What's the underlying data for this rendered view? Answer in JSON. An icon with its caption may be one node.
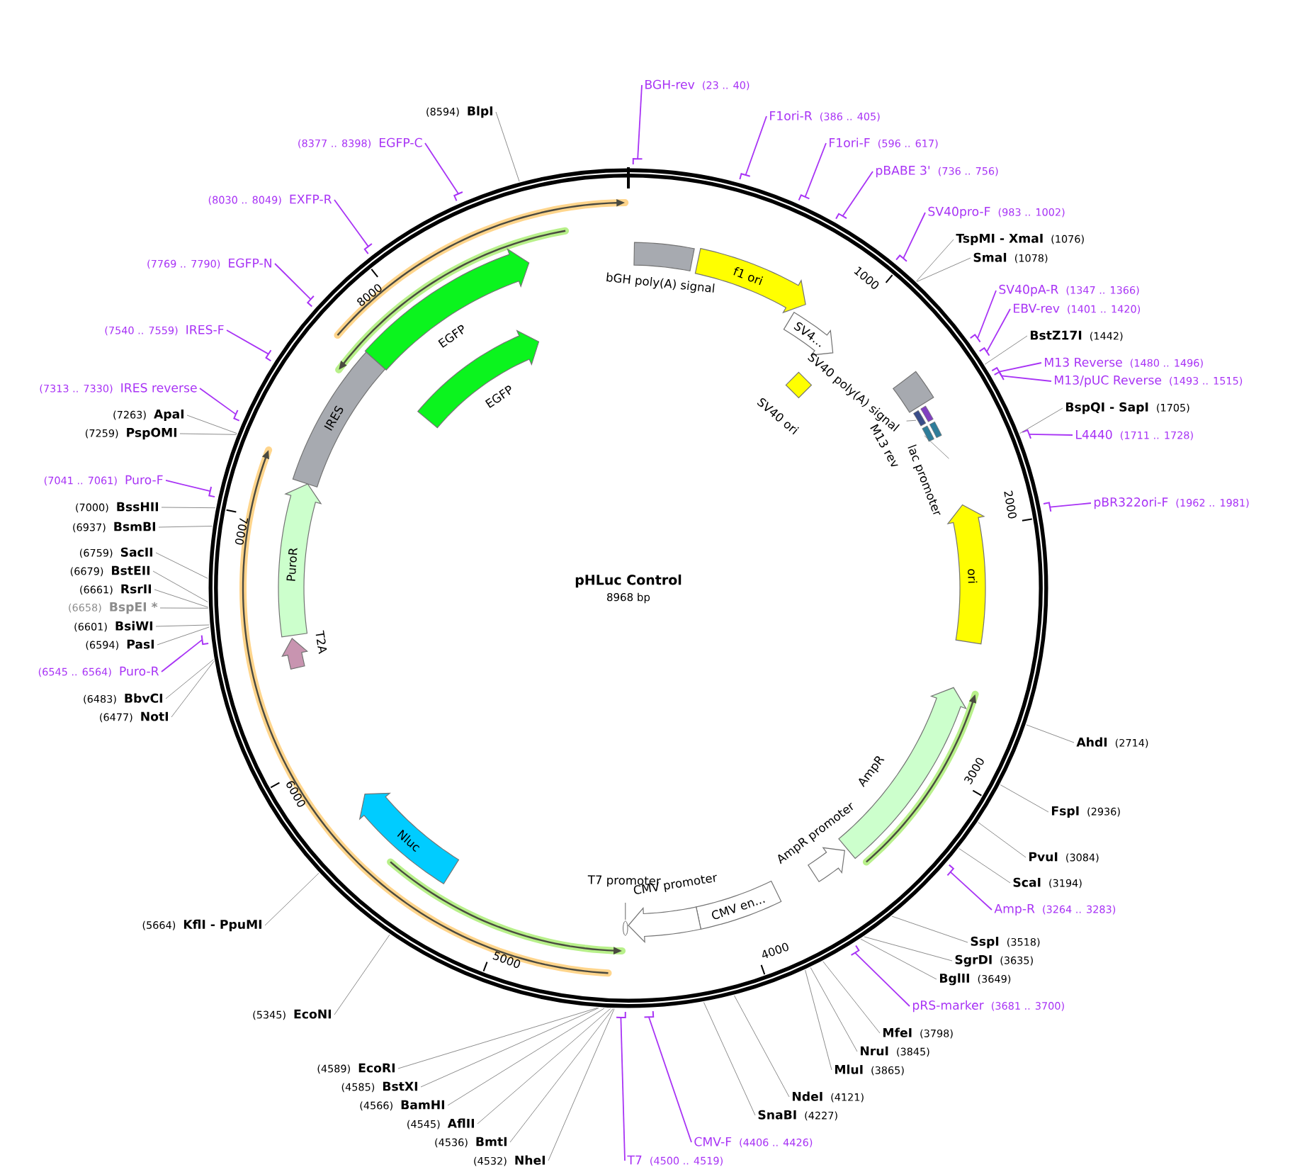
{
  "diagram": {
    "title": "pHLuc Control",
    "nodes": [
      {
        "text": [
          "BGH-rev",
          "(23 .. 40)"
        ]
      },
      {
        "text": [
          "F1ori-R",
          "(386 .. 405)"
        ]
      },
      {
        "text": [
          "F1ori-F",
          "(596 .. 617)"
        ]
      },
      {
        "text": [
          "pBABE 3'",
          "(736 .. 756)"
        ]
      },
      {
        "text": [
          "SV40pro-F",
          "(983 .. 1002)"
        ]
      },
      {
        "text": [
          "TspMI - XmaI",
          "(1076)"
        ]
      },
      {
        "text": [
          "SmaI",
          "(1078)"
        ]
      },
      {
        "text": [
          "SV40pA-R",
          "(1347 .. 1366)"
        ]
      },
      {
        "text": [
          "EBV-rev",
          "(1401 .. 1420)"
        ]
      },
      {
        "text": [
          "BstZ17I",
          "(1442)"
        ]
      },
      {
        "text": [
          "M13 Reverse",
          "(1480 .. 1496)"
        ]
      },
      {
        "text": [
          "M13/pUC Reverse",
          "(1493 .. 1515)"
        ]
      },
      {
        "text": [
          "BspQI - SapI",
          "(1705)"
        ]
      },
      {
        "text": [
          "L4440",
          "(1711 .. 1728)"
        ]
      },
      {
        "text": [
          "pBR322ori-F",
          "(1962 .. 1981)"
        ]
      },
      {
        "text": [
          "AhdI",
          "(2714)"
        ]
      },
      {
        "text": [
          "FspI",
          "(2936)"
        ]
      },
      {
        "text": [
          "PvuI",
          "(3084)"
        ]
      },
      {
        "text": [
          "ScaI",
          "(3194)"
        ]
      },
      {
        "text": [
          "Amp-R",
          "(3264 .. 3283)"
        ]
      },
      {
        "text": [
          "SspI",
          "(3518)"
        ]
      },
      {
        "text": [
          "SgrDI",
          "(3635)"
        ]
      },
      {
        "text": [
          "BglII",
          "(3649)"
        ]
      },
      {
        "text": [
          "pRS-marker",
          "(3681 .. 3700)"
        ]
      },
      {
        "text": [
          "MfeI",
          "(3798)"
        ]
      },
      {
        "text": [
          "NruI",
          "(3845)"
        ]
      },
      {
        "text": [
          "MluI",
          "(3865)"
        ]
      },
      {
        "text": [
          "NdeI",
          "(4121)"
        ]
      },
      {
        "text": [
          "SnaBI",
          "(4227)"
        ]
      },
      {
        "text": [
          "CMV-F",
          "(4406 .. 4426)"
        ]
      },
      {
        "text": [
          "T7",
          "(4500 .. 4519)"
        ]
      },
      {
        "text": [
          "(4532)",
          "NheI"
        ]
      },
      {
        "text": [
          "(4536)",
          "BmtI"
        ]
      },
      {
        "text": [
          "(4545)",
          "AflII"
        ]
      },
      {
        "text": [
          "(4566)",
          "BamHI"
        ]
      },
      {
        "text": [
          "(4585)",
          "BstXI"
        ]
      },
      {
        "text": [
          "(4589)",
          "EcoRI"
        ]
      },
      {
        "text": [
          "(5345)",
          "EcoNI"
        ]
      },
      {
        "text": [
          "(5664)",
          "KflI - PpuMI"
        ]
      },
      {
        "text": [
          "(6477)",
          "NotI"
        ]
      },
      {
        "text": [
          "(6483)",
          "BbvCI"
        ]
      },
      {
        "text": [
          "(6545 .. 6564)",
          "Puro-R"
        ]
      },
      {
        "text": [
          "(6594)",
          "PasI"
        ]
      },
      {
        "text": [
          "(6601)",
          "BsiWI"
        ]
      },
      {
        "text": [
          "(6658)",
          "BspEI *"
        ]
      },
      {
        "text": [
          "(6661)",
          "RsrII"
        ]
      },
      {
        "text": [
          "(6679)",
          "BstEII"
        ]
      },
      {
        "text": [
          "(6759)",
          "SacII"
        ]
      },
      {
        "text": [
          "(6937)",
          "BsmBI"
        ]
      },
      {
        "text": [
          "(7000)",
          "BssHII"
        ]
      },
      {
        "text": [
          "(7041 .. 7061)",
          "Puro-F"
        ]
      },
      {
        "text": [
          "(7259)",
          "PspOMI"
        ]
      },
      {
        "text": [
          "(7263)",
          "ApaI"
        ]
      },
      {
        "text": [
          "(7313 .. 7330)",
          "IRES reverse"
        ]
      },
      {
        "text": [
          "(7540 .. 7559)",
          "IRES-F"
        ]
      },
      {
        "text": [
          "(7769 .. 7790)",
          "EGFP-N"
        ]
      },
      {
        "text": [
          "(8030 .. 8049)",
          "EXFP-R"
        ]
      },
      {
        "text": [
          "(8377 .. 8398)",
          "EGFP-C"
        ]
      },
      {
        "text": [
          "(8594)",
          "BlpI"
        ]
      },
      {
        "text": [
          "bGH poly(A) signal"
        ]
      },
      {
        "text": [
          "f1 ori"
        ]
      },
      {
        "text": [
          "SV4..."
        ]
      },
      {
        "text": [
          "SV40 poly(A) signal"
        ]
      },
      {
        "text": [
          "SV40 ori"
        ]
      },
      {
        "text": [
          "M13 rev"
        ]
      },
      {
        "text": [
          "lac promoter"
        ]
      },
      {
        "text": [
          "ori"
        ]
      },
      {
        "text": [
          "AmpR"
        ]
      },
      {
        "text": [
          "AmpR promoter"
        ]
      },
      {
        "text": [
          "CMV en..."
        ]
      },
      {
        "text": [
          "CMV promoter"
        ]
      },
      {
        "text": [
          "T7 promoter"
        ]
      },
      {
        "text": [
          "Nluc"
        ]
      },
      {
        "text": [
          "T2A"
        ]
      },
      {
        "text": [
          "PuroR"
        ]
      },
      {
        "text": [
          "IRES"
        ]
      },
      {
        "text": [
          "EGFP"
        ]
      },
      {
        "text": [
          "EGFP"
        ]
      }
    ],
    "edges": [
      {
        "from": 0,
        "to": null,
        "arrow": "none",
        "color": "#a833f5"
      },
      {
        "from": 1,
        "to": null,
        "arrow": "none",
        "color": "#a833f5"
      },
      {
        "from": 2,
        "to": null,
        "arrow": "none",
        "color": "#a833f5"
      },
      {
        "from": 3,
        "to": null,
        "arrow": "none",
        "color": "#a833f5"
      },
      {
        "from": 4,
        "to": null,
        "arrow": "none",
        "color": "#a833f5"
      },
      {
        "from": 5,
        "to": null,
        "arrow": "none"
      },
      {
        "from": 6,
        "to": null,
        "arrow": "none"
      },
      {
        "from": 7,
        "to": null,
        "arrow": "none",
        "color": "#a833f5"
      },
      {
        "from": 8,
        "to": null,
        "arrow": "none",
        "color": "#a833f5"
      },
      {
        "from": 9,
        "to": null,
        "arrow": "none"
      },
      {
        "from": 10,
        "to": null,
        "arrow": "none",
        "color": "#a833f5"
      },
      {
        "from": 11,
        "to": null,
        "arrow": "none",
        "color": "#a833f5"
      },
      {
        "from": 12,
        "to": null,
        "arrow": "none"
      },
      {
        "from": 13,
        "to": null,
        "arrow": "none",
        "color": "#a833f5"
      },
      {
        "from": 14,
        "to": null,
        "arrow": "none",
        "color": "#a833f5"
      },
      {
        "from": 15,
        "to": null,
        "arrow": "none"
      },
      {
        "from": 16,
        "to": null,
        "arrow": "none"
      },
      {
        "from": 17,
        "to": null,
        "arrow": "none"
      },
      {
        "from": 18,
        "to": null,
        "arrow": "none"
      },
      {
        "from": 19,
        "to": null,
        "arrow": "none",
        "color": "#a833f5"
      },
      {
        "from": 20,
        "to": null,
        "arrow": "none"
      },
      {
        "from": 21,
        "to": null,
        "arrow": "none"
      },
      {
        "from": 22,
        "to": null,
        "arrow": "none"
      },
      {
        "from": 23,
        "to": null,
        "arrow": "none",
        "color": "#a833f5"
      },
      {
        "from": 24,
        "to": null,
        "arrow": "none"
      },
      {
        "from": 25,
        "to": null,
        "arrow": "none"
      },
      {
        "from": 26,
        "to": null,
        "arrow": "none"
      },
      {
        "from": 27,
        "to": null,
        "arrow": "none"
      },
      {
        "from": 28,
        "to": null,
        "arrow": "none"
      },
      {
        "from": 29,
        "to": null,
        "arrow": "none",
        "color": "#a833f5"
      },
      {
        "from": 30,
        "to": null,
        "arrow": "none",
        "color": "#a833f5"
      },
      {
        "from": 31,
        "to": null,
        "arrow": "none"
      },
      {
        "from": 32,
        "to": null,
        "arrow": "none"
      },
      {
        "from": 33,
        "to": null,
        "arrow": "none"
      },
      {
        "from": 34,
        "to": null,
        "arrow": "none"
      },
      {
        "from": 35,
        "to": null,
        "arrow": "none"
      },
      {
        "from": 36,
        "to": null,
        "arrow": "none"
      },
      {
        "from": 37,
        "to": null,
        "arrow": "none"
      },
      {
        "from": 38,
        "to": null,
        "arrow": "none"
      },
      {
        "from": 39,
        "to": null,
        "arrow": "none"
      },
      {
        "from": 40,
        "to": null,
        "arrow": "none"
      },
      {
        "from": 41,
        "to": null,
        "arrow": "none",
        "color": "#a833f5"
      },
      {
        "from": 42,
        "to": null,
        "arrow": "none"
      },
      {
        "from": 43,
        "to": null,
        "arrow": "none"
      },
      {
        "from": 44,
        "to": null,
        "arrow": "none"
      },
      {
        "from": 45,
        "to": null,
        "arrow": "none"
      },
      {
        "from": 46,
        "to": null,
        "arrow": "none"
      },
      {
        "from": 47,
        "to": null,
        "arrow": "none"
      },
      {
        "from": 48,
        "to": null,
        "arrow": "none"
      },
      {
        "from": 49,
        "to": null,
        "arrow": "none"
      },
      {
        "from": 50,
        "to": null,
        "arrow": "none",
        "color": "#a833f5"
      },
      {
        "from": 51,
        "to": null,
        "arrow": "none"
      },
      {
        "from": 52,
        "to": null,
        "arrow": "none"
      },
      {
        "from": 53,
        "to": null,
        "arrow": "none",
        "color": "#a833f5"
      },
      {
        "from": 54,
        "to": null,
        "arrow": "none",
        "color": "#a833f5"
      },
      {
        "from": 55,
        "to": null,
        "arrow": "none",
        "color": "#a833f5"
      },
      {
        "from": 56,
        "to": null,
        "arrow": "none",
        "color": "#a833f5"
      },
      {
        "from": 57,
        "to": null,
        "arrow": "none",
        "color": "#a833f5"
      },
      {
        "from": 58,
        "to": null,
        "arrow": "none"
      }
    ],
    "labels": [
      "8968 bp",
      "1000",
      "2000",
      "3000",
      "4000",
      "5000",
      "6000",
      "7000",
      "8000"
    ]
  }
}
